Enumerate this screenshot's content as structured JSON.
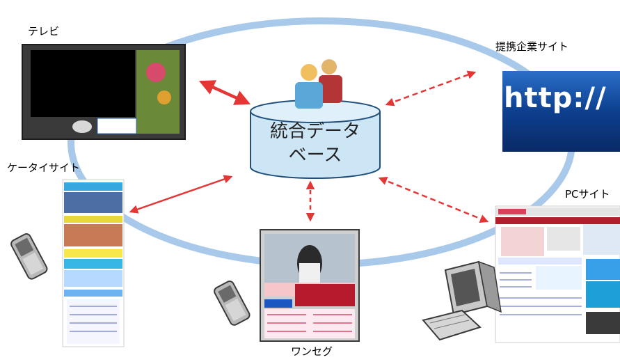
{
  "title": "",
  "database": {
    "line1": "統合データ",
    "line2": "ベース",
    "icon": "users-icon"
  },
  "channels": {
    "tv": {
      "label": "テレビ"
    },
    "partner": {
      "label": "提携企業サイト",
      "screen_text": "http://"
    },
    "mobile": {
      "label": "ケータイサイト"
    },
    "pc": {
      "label": "PCサイト"
    },
    "oneseg": {
      "label": "ワンセグ"
    }
  },
  "colors": {
    "ring": "#a9c9ea",
    "arrow": "#e53636",
    "db_fill": "#cce6f6",
    "db_stroke": "#1f4f7a"
  }
}
